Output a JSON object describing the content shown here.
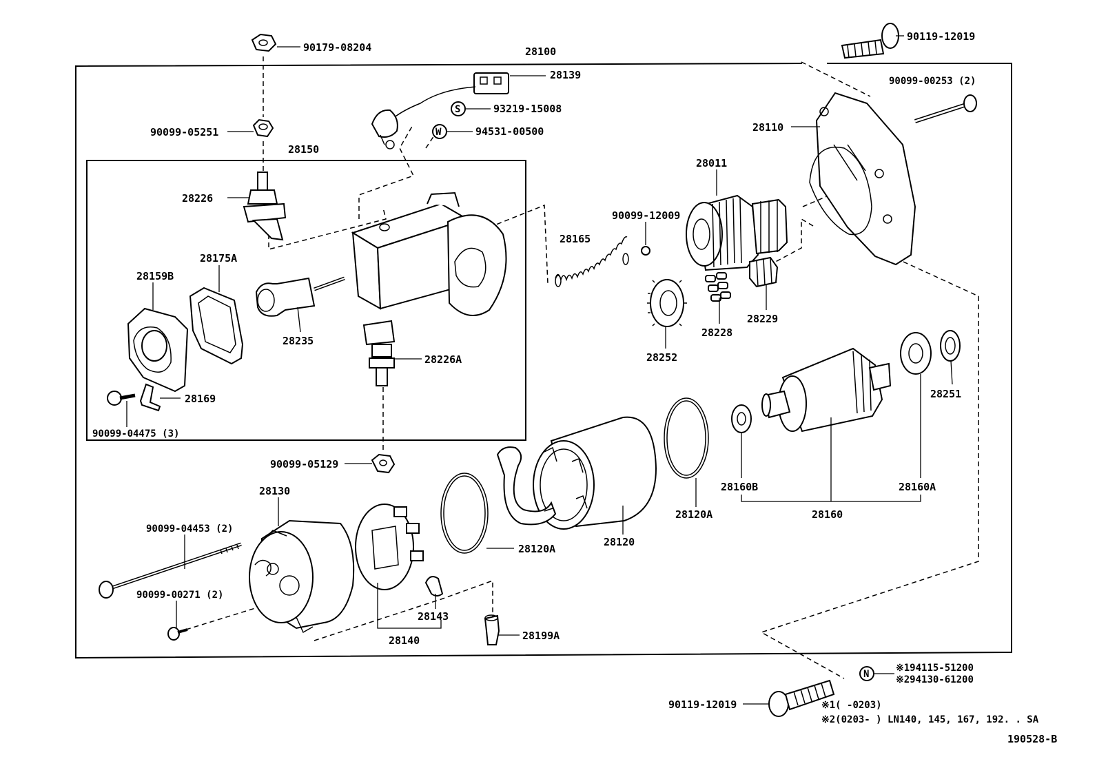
{
  "diagram": {
    "doc_code": "190528-B",
    "labels": {
      "p28100": "28100",
      "p90179_08204": "90179-08204",
      "p28139": "28139",
      "p93219_15008": "93219-15008",
      "p94531_00500": "94531-00500",
      "p90119_12019_top": "90119-12019",
      "p90099_00253": "90099-00253 (2)",
      "p28110": "28110",
      "p90099_05251": "90099-05251",
      "p28150": "28150",
      "p28226": "28226",
      "p28011": "28011",
      "p90099_12009": "90099-12009",
      "p28165": "28165",
      "p28175A": "28175A",
      "p28159B": "28159B",
      "p28235": "28235",
      "p28226A": "28226A",
      "p28228": "28228",
      "p28229": "28229",
      "p28252": "28252",
      "p28169": "28169",
      "p90099_04475": "90099-04475 (3)",
      "p28251": "28251",
      "p90099_05129": "90099-05129",
      "p28130": "28130",
      "p28160B": "28160B",
      "p28160A": "28160A",
      "p28120A_right": "28120A",
      "p28160": "28160",
      "p90099_04453": "90099-04453 (2)",
      "p28120A_left": "28120A",
      "p28120": "28120",
      "p90099_00271": "90099-00271 (2)",
      "p28143": "28143",
      "p28140": "28140",
      "p28199A": "28199A",
      "p194115": "※194115-51200",
      "p294130": "※294130-61200",
      "p90119_12019_bot": "90119-12019",
      "note1": "※1(      -0203)",
      "note2": "※2(0203-      ) LN140, 145, 167, 192. . SA"
    },
    "markers": {
      "s": "S",
      "w": "W",
      "n": "N"
    }
  }
}
